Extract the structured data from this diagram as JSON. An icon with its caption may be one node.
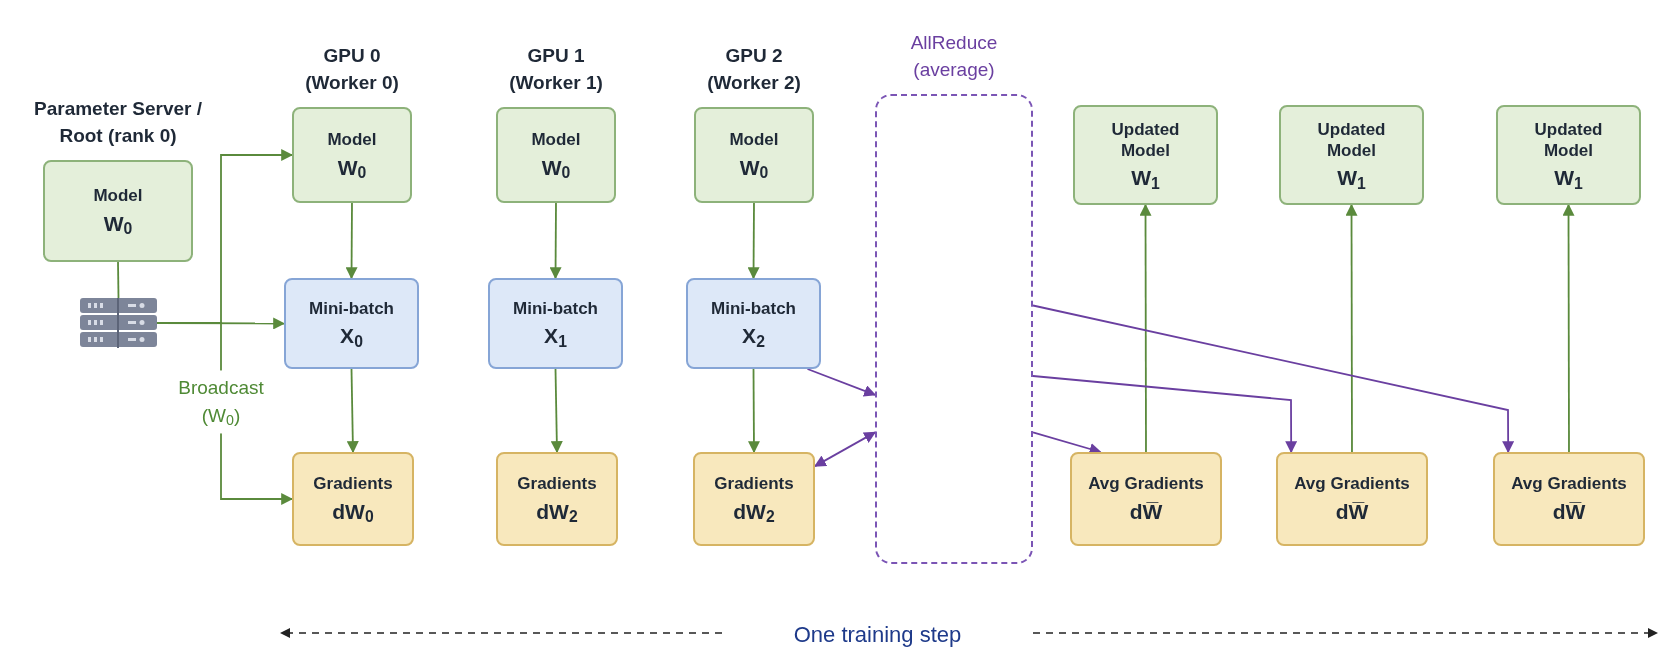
{
  "diagram": {
    "nodes": [
      {
        "text": [
          "Parameter Server / Root (rank 0)",
          "Model",
          "W$_{0}$"
        ]
      },
      {
        "text": [],
        "shape": "picture"
      },
      {
        "text": [
          "GPU 0 (Worker 0)",
          "Model",
          "W$_{0}$"
        ]
      },
      {
        "text": [
          "Mini-batch",
          "X$_{0}$"
        ]
      },
      {
        "text": [
          "Gradients",
          "dW$_{0}$"
        ]
      },
      {
        "text": [
          "GPU 1 (Worker 1)",
          "Model",
          "W$_{0}$"
        ]
      },
      {
        "text": [
          "Mini-batch",
          "X$_{1}$"
        ]
      },
      {
        "text": [
          "Gradients",
          "dW$_{2}$"
        ]
      },
      {
        "text": [
          "GPU 2 (Worker 2)",
          "Model",
          "W$_{0}$"
        ]
      },
      {
        "text": [
          "Mini-batch",
          "X$_{2}$"
        ]
      },
      {
        "text": [
          "Gradients",
          "dW$_{2}$"
        ]
      },
      {
        "text": [
          "AllReduce (average)"
        ]
      },
      {
        "text": [
          "Updated Model",
          "W$_{1}$"
        ]
      },
      {
        "text": [
          "Avg Gradients",
          "dW̅"
        ]
      },
      {
        "text": [
          "Updated Model",
          "W$_{1}$"
        ]
      },
      {
        "text": [
          "Avg Gradients",
          "dW̅"
        ]
      },
      {
        "text": [
          "Updated Model",
          "W$_{1}$"
        ]
      },
      {
        "text": [
          "Avg Gradients",
          "dW̅"
        ]
      }
    ],
    "edges": [
      {
        "from": 0,
        "to": 1,
        "arrow": "none"
      },
      {
        "from": 1,
        "to": 2,
        "arrow": "to"
      },
      {
        "from": 1,
        "to": 3,
        "arrow": "to"
      },
      {
        "from": 1,
        "to": 4,
        "arrow": "to",
        "label": "Broadcast (W$_{0}$)"
      },
      {
        "from": 2,
        "to": 3,
        "arrow": "to"
      },
      {
        "from": 3,
        "to": 4,
        "arrow": "to"
      },
      {
        "from": 5,
        "to": 6,
        "arrow": "to"
      },
      {
        "from": 6,
        "to": 7,
        "arrow": "to"
      },
      {
        "from": 8,
        "to": 9,
        "arrow": "to"
      },
      {
        "from": 9,
        "to": 10,
        "arrow": "to"
      },
      {
        "from": 13,
        "to": 12,
        "arrow": "to"
      },
      {
        "from": 15,
        "to": 14,
        "arrow": "to"
      },
      {
        "from": 17,
        "to": 16,
        "arrow": "to"
      },
      {
        "from": 9,
        "to": 11,
        "arrow": "to",
        "color": "#6a3fa0"
      },
      {
        "from": 10,
        "to": 11,
        "arrow": "both",
        "color": "#6a3fa0"
      },
      {
        "from": 11,
        "to": 13,
        "arrow": "to",
        "color": "#6a3fa0"
      },
      {
        "from": 11,
        "to": 15,
        "arrow": "to",
        "color": "#6a3fa0"
      },
      {
        "from": 11,
        "to": 17,
        "arrow": "to",
        "color": "#6a3fa0"
      }
    ],
    "labels": [
      "One training step"
    ]
  }
}
